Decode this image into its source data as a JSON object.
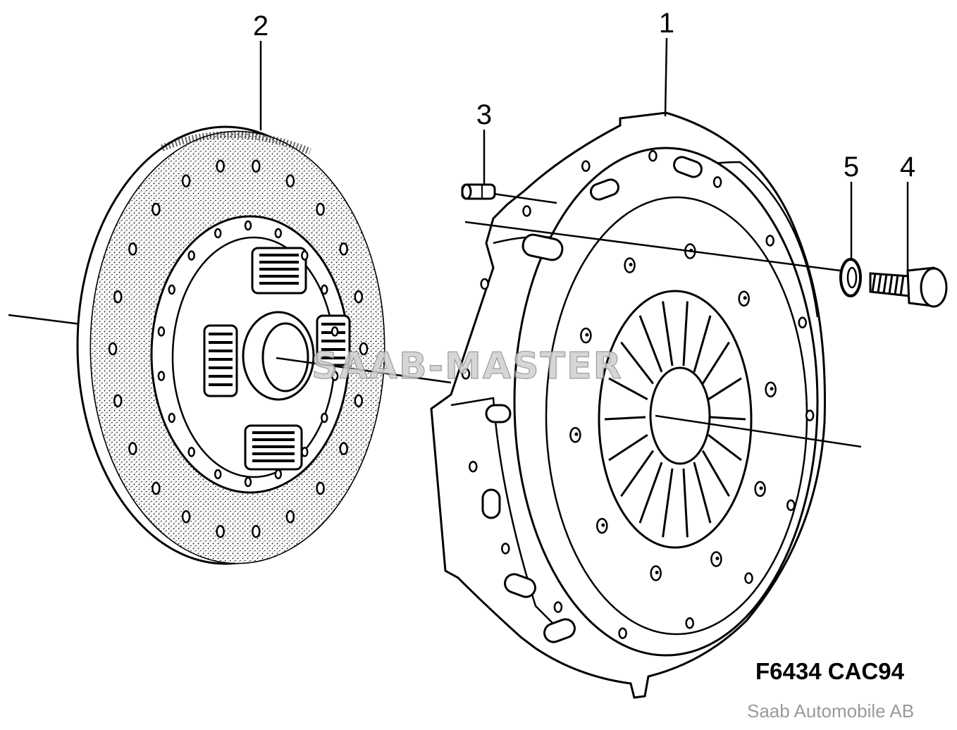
{
  "diagram": {
    "callouts": [
      {
        "id": "callout-1",
        "number": "1"
      },
      {
        "id": "callout-2",
        "number": "2"
      },
      {
        "id": "callout-3",
        "number": "3"
      },
      {
        "id": "callout-4",
        "number": "4"
      },
      {
        "id": "callout-5",
        "number": "5"
      }
    ],
    "figure_code": "F6434 CAC94",
    "watermark": "SAAB-MASTER",
    "copyright": "Saab Automobile AB"
  }
}
